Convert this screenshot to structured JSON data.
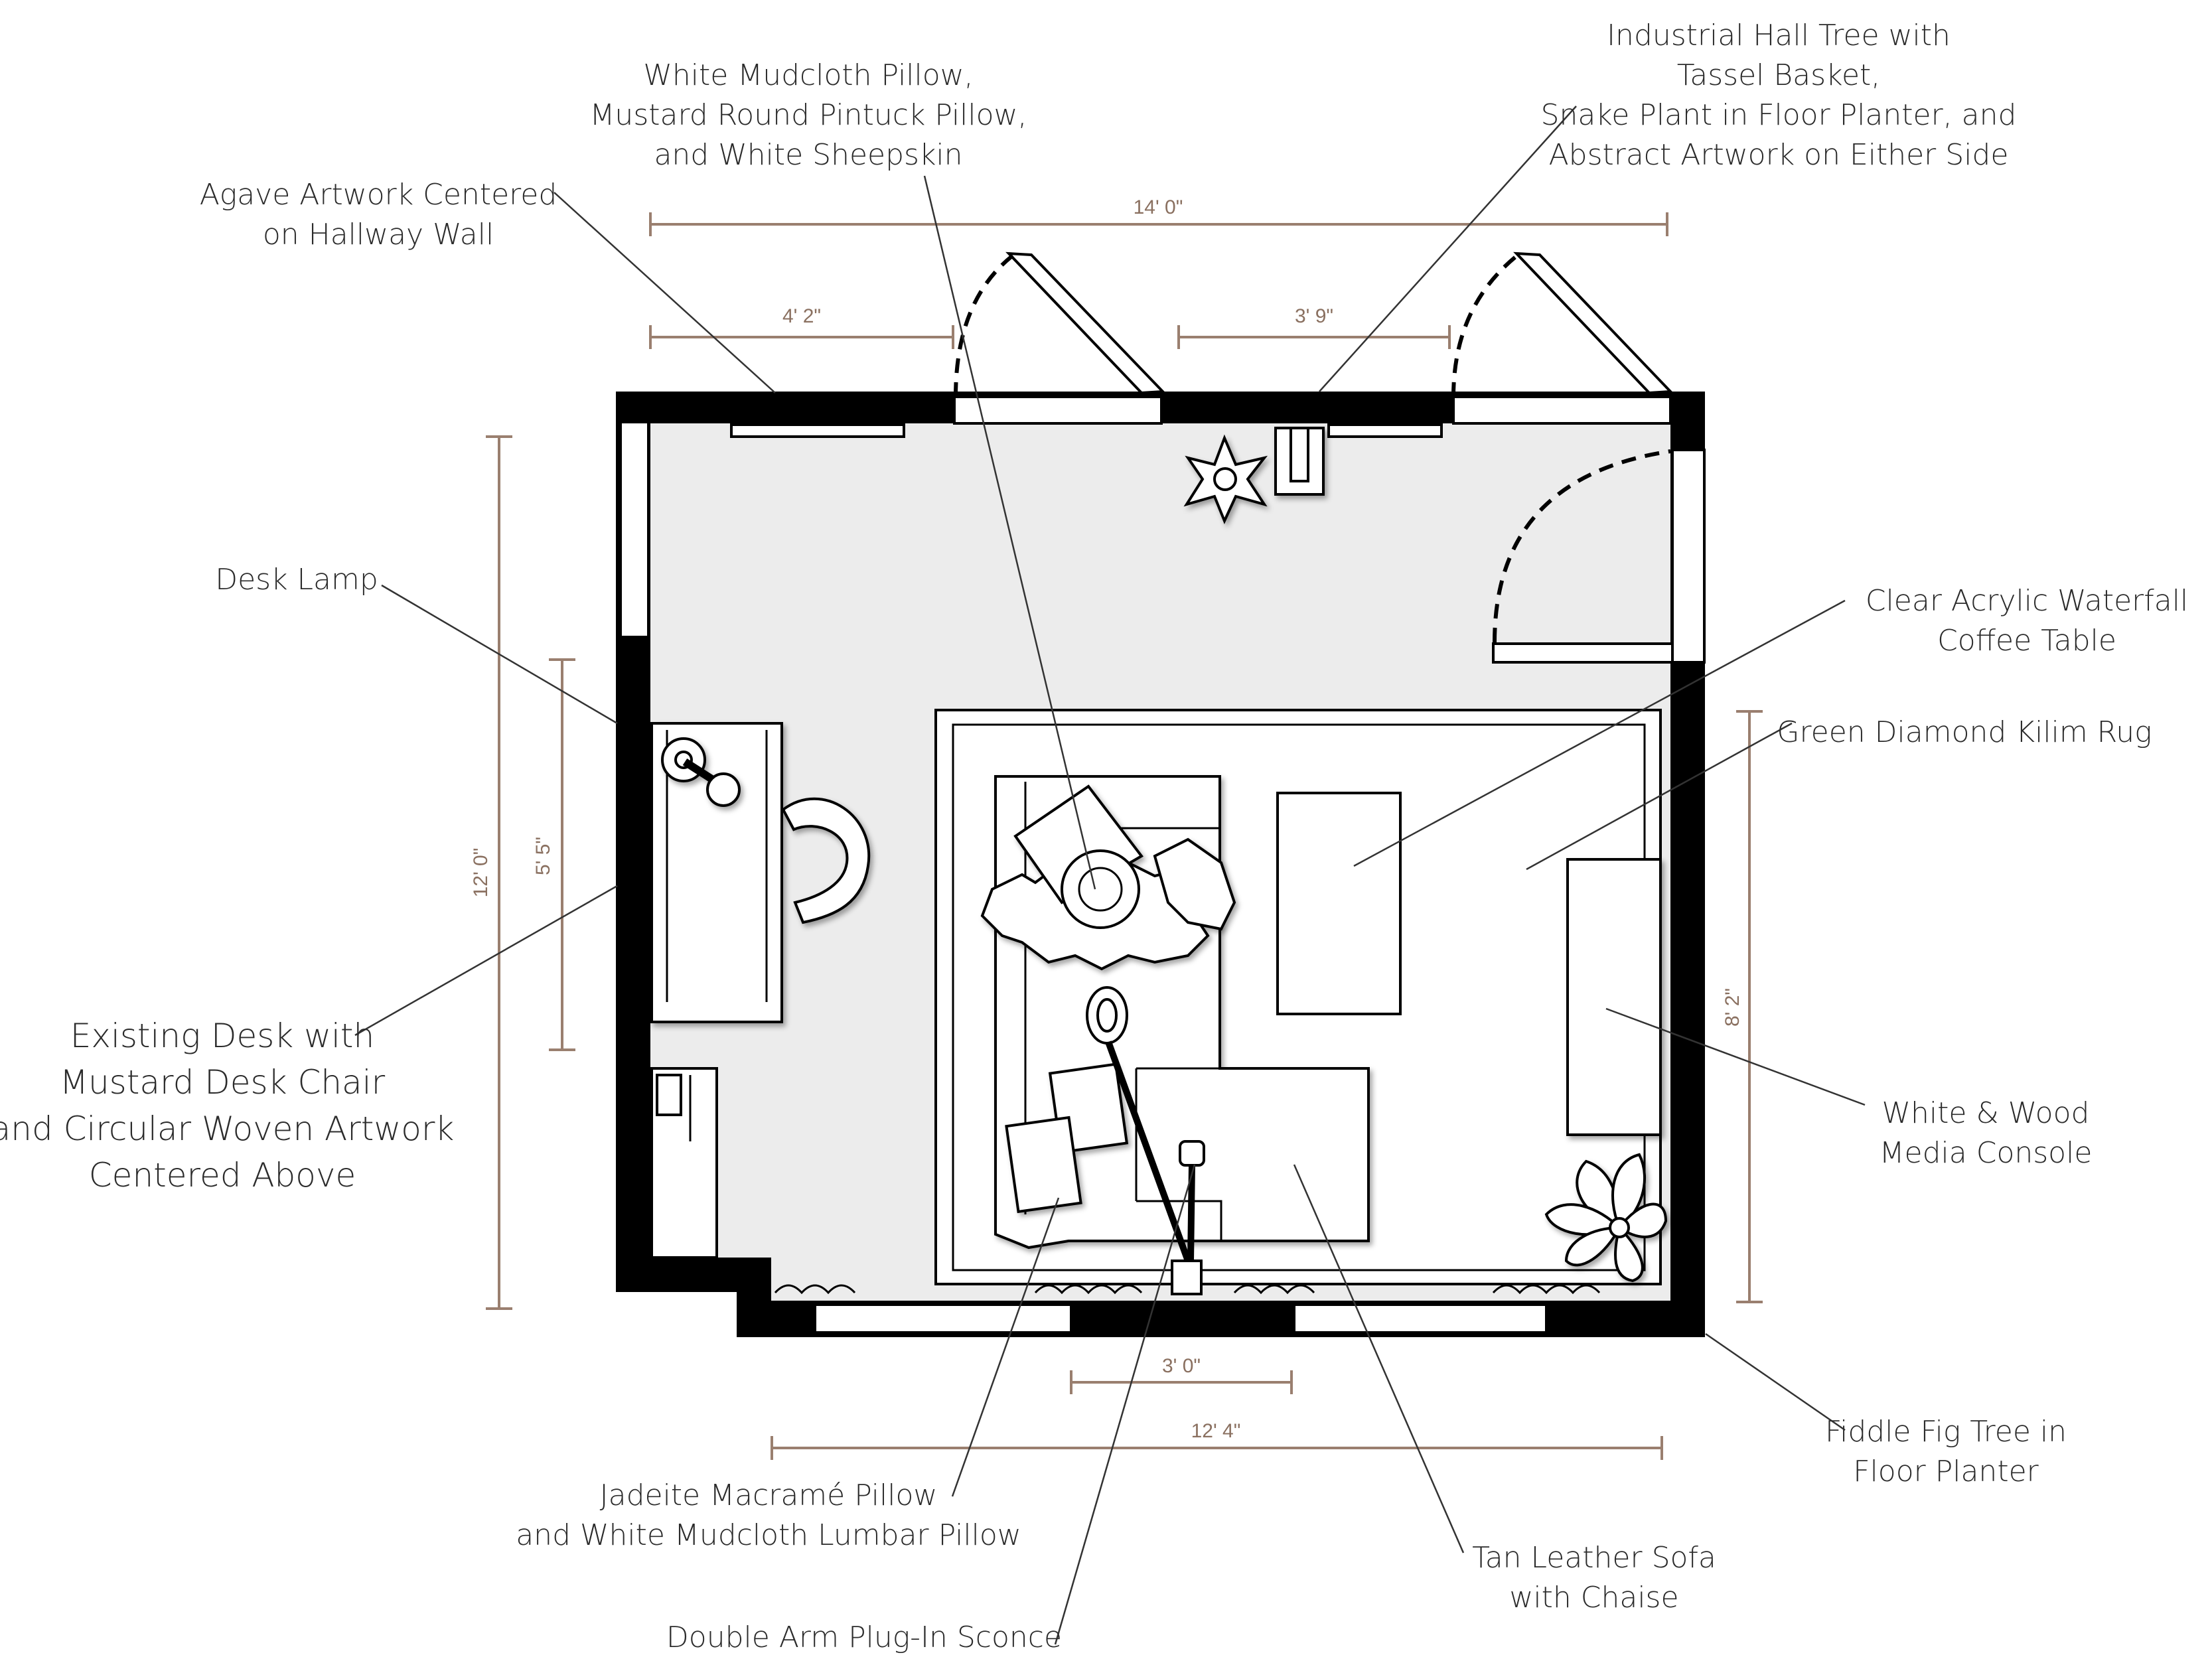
{
  "labels": {
    "agave": [
      "Agave Artwork Centered",
      "on Hallway Wall"
    ],
    "pillows": [
      "White Mudcloth Pillow,",
      "Mustard Round Pintuck Pillow,",
      "and White Sheepskin"
    ],
    "hall_tree": [
      "Industrial Hall Tree with",
      "Tassel Basket,",
      "Snake Plant in Floor Planter, and",
      "Abstract Artwork on Either Side"
    ],
    "desk_lamp": [
      "Desk Lamp"
    ],
    "coffee_table": [
      "Clear Acrylic Waterfall",
      "Coffee Table"
    ],
    "rug": [
      "Green Diamond Kilim Rug"
    ],
    "desk": [
      "Existing Desk with",
      "Mustard Desk Chair",
      "and Circular Woven Artwork",
      "Centered Above"
    ],
    "media_console": [
      "White & Wood",
      "Media Console"
    ],
    "fiddle_fig": [
      "Fiddle Fig Tree in",
      "Floor Planter"
    ],
    "jadeite": [
      "Jadeite Macramé Pillow",
      "and White Mudcloth Lumbar Pillow"
    ],
    "sofa": [
      "Tan Leather Sofa",
      "with Chaise"
    ],
    "sconce": [
      "Double Arm Plug-In Sconce"
    ]
  },
  "dimensions": {
    "top_overall": "14' 0\"",
    "top_left": "4' 2\"",
    "top_mid": "3' 9\"",
    "left_overall": "12' 0\"",
    "left_desk": "5' 5\"",
    "right_rug": "8' 2\"",
    "bottom_window": "3' 0\"",
    "bottom_overall": "12' 4\""
  },
  "colors": {
    "floor": "#ececec",
    "wall": "#000000",
    "dimension": "#9a7f6f",
    "text": "#2b2b2b"
  }
}
